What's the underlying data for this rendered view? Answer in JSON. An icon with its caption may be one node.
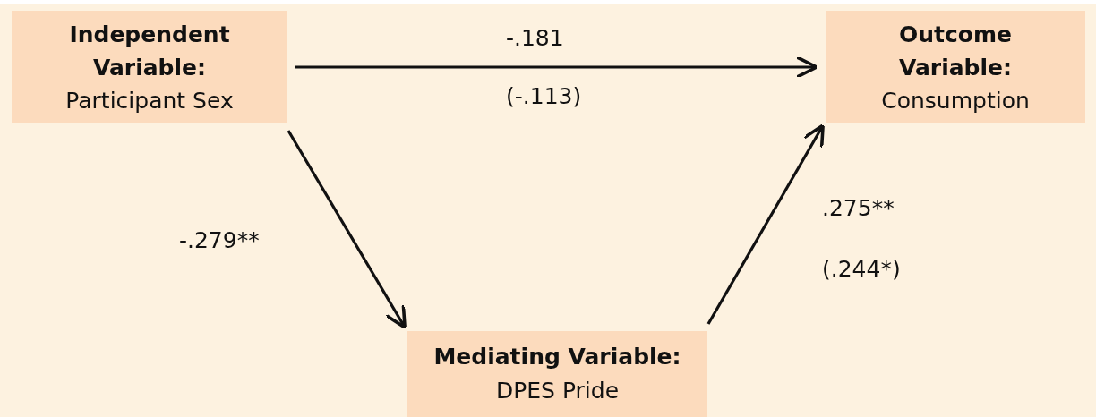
{
  "diagram": {
    "nodes": [
      {
        "text": [
          "Independent Variable:",
          "Participant Sex"
        ]
      },
      {
        "text": [
          "Outcome Variable:",
          "Consumption"
        ]
      },
      {
        "text": [
          "Mediating Variable:",
          "DPES Pride"
        ]
      }
    ],
    "edges": [
      {
        "from": 0,
        "to": 1,
        "arrow": "to",
        "label": "-.181"
      },
      {
        "from": 0,
        "to": 2,
        "arrow": "to",
        "label": "-.279**"
      },
      {
        "from": 2,
        "to": 1,
        "arrow": "to",
        "label": ".275**"
      }
    ],
    "labels": [
      "(-.113)",
      "(.244*)"
    ]
  }
}
